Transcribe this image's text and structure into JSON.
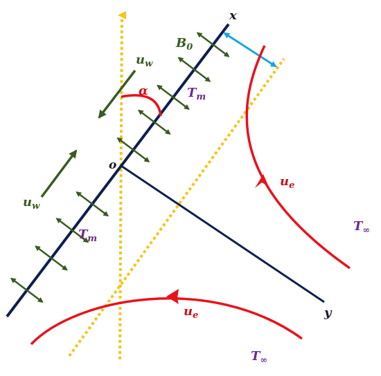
{
  "colors": {
    "axis": "#0d1f4f",
    "field_arrow": "#3a5a1f",
    "flow": "#e8121b",
    "guide": "#f5c518",
    "angle": "#e8121b",
    "dimension": "#1aa3e0",
    "label_green": "#3a5a1f",
    "label_purple": "#6b2a8e",
    "label_red": "#c8121b",
    "label_dark": "#1a1a2e"
  },
  "labels": {
    "x_axis": "x",
    "y_axis": "y",
    "origin": "o",
    "angle": "α",
    "magnetic_field": "B",
    "magnetic_field_sub": "0",
    "wall_velocity_base": "u",
    "wall_velocity_sub": "w",
    "melt_temp_base": "T",
    "melt_temp_sub": "m",
    "free_stream_velocity_base": "u",
    "free_stream_velocity_sub": "e",
    "ambient_temp_base": "T",
    "ambient_temp_sub": "∞"
  }
}
